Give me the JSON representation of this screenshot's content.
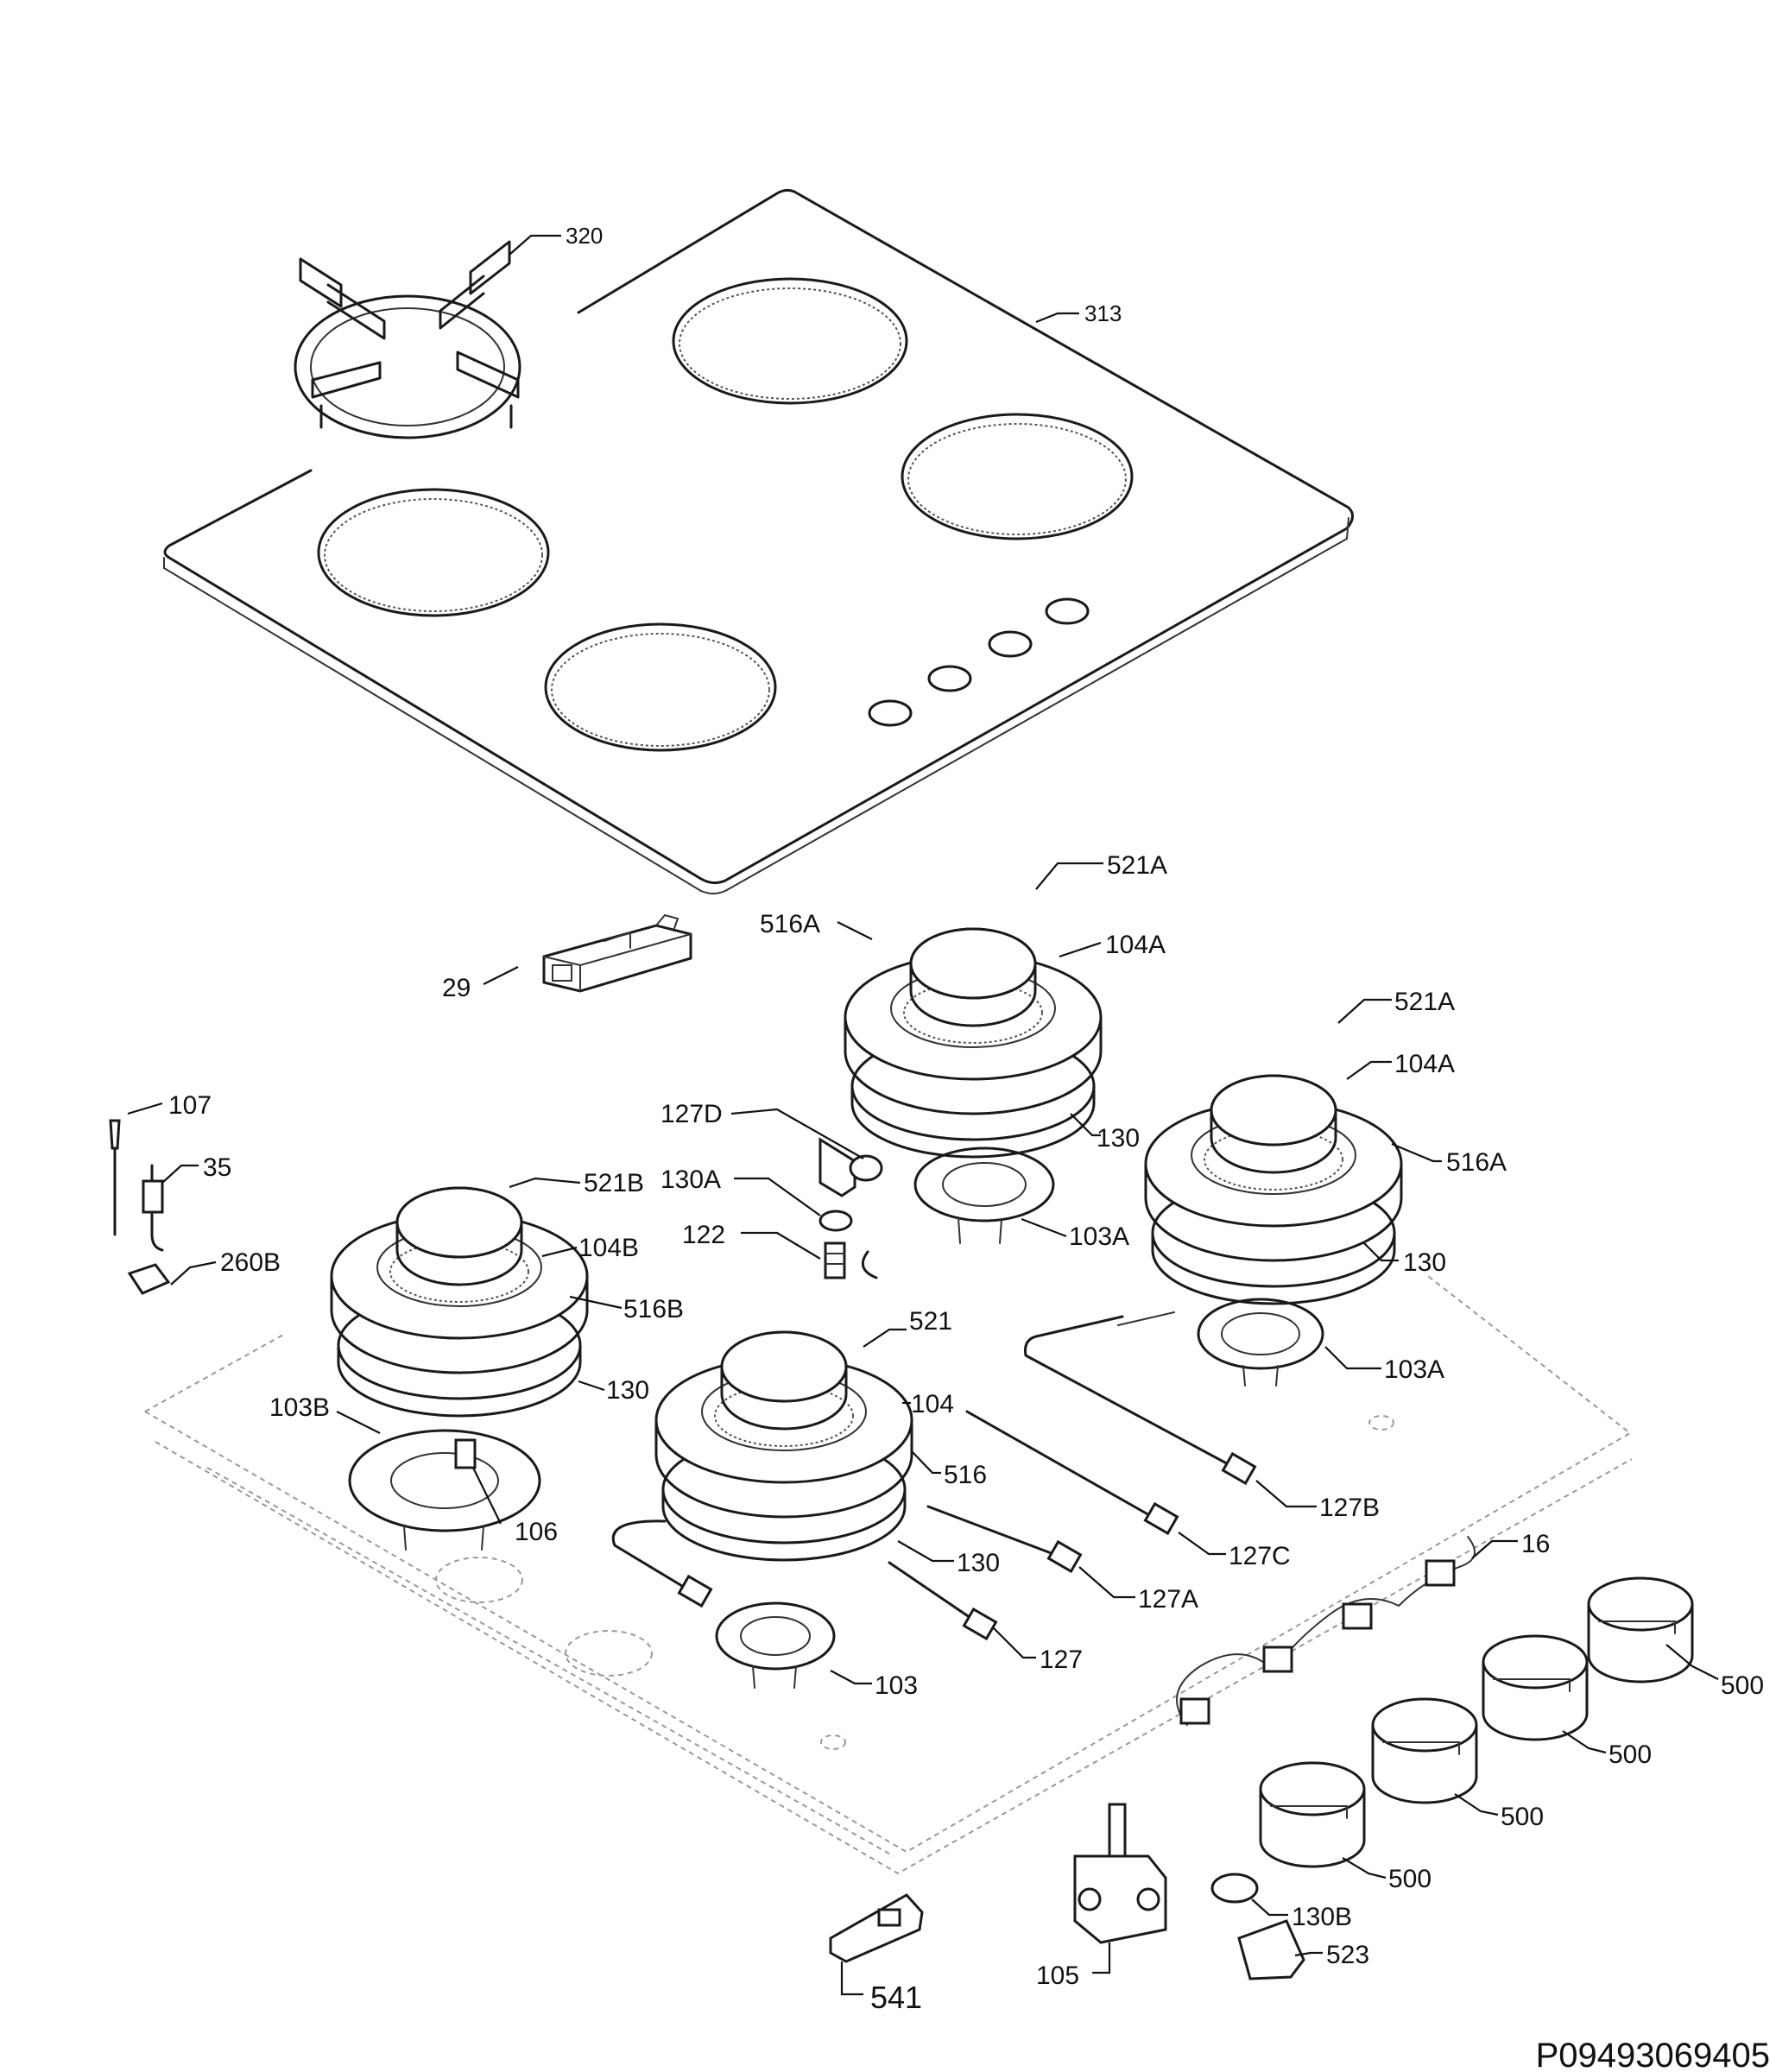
{
  "labels": {
    "l320": "320",
    "l313": "313",
    "l521a_1": "521A",
    "l516a_1": "516A",
    "l104a_1": "104A",
    "l29": "29",
    "l521a_2": "521A",
    "l104a_2": "104A",
    "l107": "107",
    "l127d": "127D",
    "l130_1": "130",
    "l35": "35",
    "l130a": "130A",
    "l516a_2": "516A",
    "l103a_1": "103A",
    "l122": "122",
    "l521b": "521B",
    "l260b": "260B",
    "l104b": "104B",
    "l130_2": "130",
    "l516b": "516B",
    "l521": "521",
    "l103a_2": "103A",
    "l130_3": "130",
    "l103b": "103B",
    "l104": "104",
    "l516": "516",
    "l106": "106",
    "l127b": "127B",
    "l127c": "127C",
    "l130_4": "130",
    "l16": "16",
    "l127a": "127A",
    "l127": "127",
    "l500_1": "500",
    "l103": "103",
    "l500_2": "500",
    "l500_3": "500",
    "l500_4": "500",
    "l130b": "130B",
    "l523": "523",
    "l105": "105",
    "l541": "541"
  },
  "drawing_code": "P09493069405"
}
